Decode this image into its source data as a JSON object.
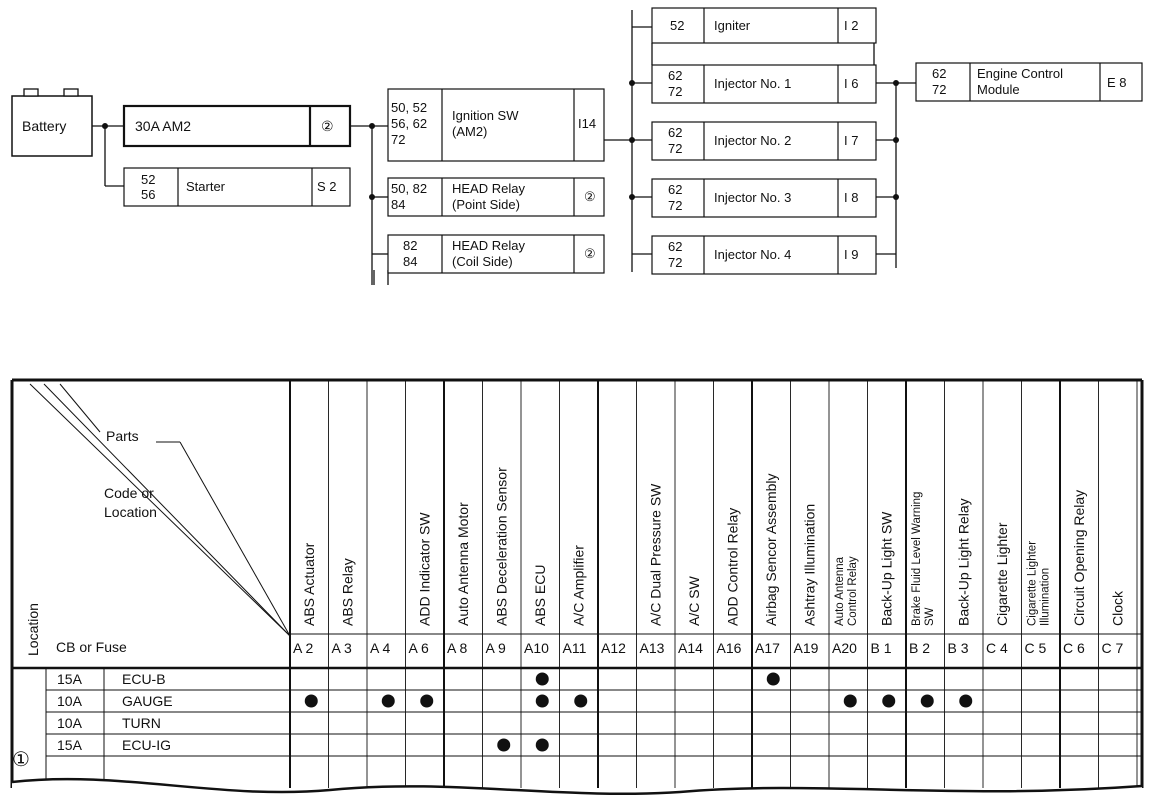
{
  "diagram": {
    "battery": "Battery",
    "fuse_am2": "30A AM2",
    "fuse_am2_code": "②",
    "starter": {
      "pins": [
        "52",
        "56"
      ],
      "label": "Starter",
      "code": "S 2"
    },
    "ignition_sw": {
      "pins": [
        "50, 52",
        "56, 62",
        "72"
      ],
      "label": [
        "Ignition SW",
        "(AM2)"
      ],
      "code": "I14"
    },
    "head_relay_point": {
      "pins": [
        "50, 82",
        "84"
      ],
      "label": [
        "HEAD Relay",
        "(Point Side)"
      ],
      "code": "②"
    },
    "head_relay_coil": {
      "pins": [
        "82",
        "84"
      ],
      "label": [
        "HEAD Relay",
        "(Coil Side)"
      ],
      "code": "②"
    },
    "igniter": {
      "pins": [
        "52"
      ],
      "label": "Igniter",
      "code": "I 2"
    },
    "injectors": [
      {
        "pins": [
          "62",
          "72"
        ],
        "label": "Injector No. 1",
        "code": "I 6"
      },
      {
        "pins": [
          "62",
          "72"
        ],
        "label": "Injector No. 2",
        "code": "I 7"
      },
      {
        "pins": [
          "62",
          "72"
        ],
        "label": "Injector No. 3",
        "code": "I 8"
      },
      {
        "pins": [
          "62",
          "72"
        ],
        "label": "Injector No. 4",
        "code": "I 9"
      }
    ],
    "ecm": {
      "pins": [
        "62",
        "72"
      ],
      "label": [
        "Engine Control",
        "Module"
      ],
      "code": "E 8"
    }
  },
  "table": {
    "header_parts": "Parts",
    "header_code": [
      "Code or",
      "Location"
    ],
    "header_location": "Location",
    "header_cb": "CB or Fuse",
    "columns": [
      {
        "part": [
          "ABS Actuator"
        ],
        "code": "A 2"
      },
      {
        "part": [
          "ABS Relay"
        ],
        "code": "A 3"
      },
      {
        "part": [
          ""
        ],
        "code": "A 4"
      },
      {
        "part": [
          "ADD Indicator SW"
        ],
        "code": "A 6"
      },
      {
        "part": [
          "Auto Antenna Motor"
        ],
        "code": "A 8"
      },
      {
        "part": [
          "ABS Deceleration Sensor"
        ],
        "code": "A 9"
      },
      {
        "part": [
          "ABS ECU"
        ],
        "code": "A10"
      },
      {
        "part": [
          "A/C Amplifier"
        ],
        "code": "A11"
      },
      {
        "part": [
          ""
        ],
        "code": "A12"
      },
      {
        "part": [
          "A/C Dual Pressure SW"
        ],
        "code": "A13"
      },
      {
        "part": [
          "A/C SW"
        ],
        "code": "A14"
      },
      {
        "part": [
          "ADD Control Relay"
        ],
        "code": "A16"
      },
      {
        "part": [
          "Airbag Sencor Assembly"
        ],
        "code": "A17"
      },
      {
        "part": [
          "Ashtray Illumination"
        ],
        "code": "A19"
      },
      {
        "part": [
          "Auto Antenna",
          "Control Relay"
        ],
        "code": "A20"
      },
      {
        "part": [
          "Back-Up Light SW"
        ],
        "code": "B 1"
      },
      {
        "part": [
          "Brake Fluid Level Warning",
          "SW"
        ],
        "code": "B 2"
      },
      {
        "part": [
          "Back-Up Light Relay"
        ],
        "code": "B 3"
      },
      {
        "part": [
          "Cigarette Lighter"
        ],
        "code": "C 4"
      },
      {
        "part": [
          "Cigarette Lighter",
          "Illumination"
        ],
        "code": "C 5"
      },
      {
        "part": [
          "Circuit Opening Relay"
        ],
        "code": "C 6"
      },
      {
        "part": [
          "Clock"
        ],
        "code": "C 7"
      }
    ],
    "location_marker": "①",
    "rows": [
      {
        "amp": "15A",
        "fuse": "ECU-B",
        "dots": [
          6,
          12
        ]
      },
      {
        "amp": "10A",
        "fuse": "GAUGE",
        "dots": [
          0,
          2,
          3,
          6,
          7,
          14,
          15,
          16,
          17
        ]
      },
      {
        "amp": "10A",
        "fuse": "TURN",
        "dots": []
      },
      {
        "amp": "15A",
        "fuse": "ECU-IG",
        "dots": [
          5,
          6
        ]
      }
    ]
  }
}
